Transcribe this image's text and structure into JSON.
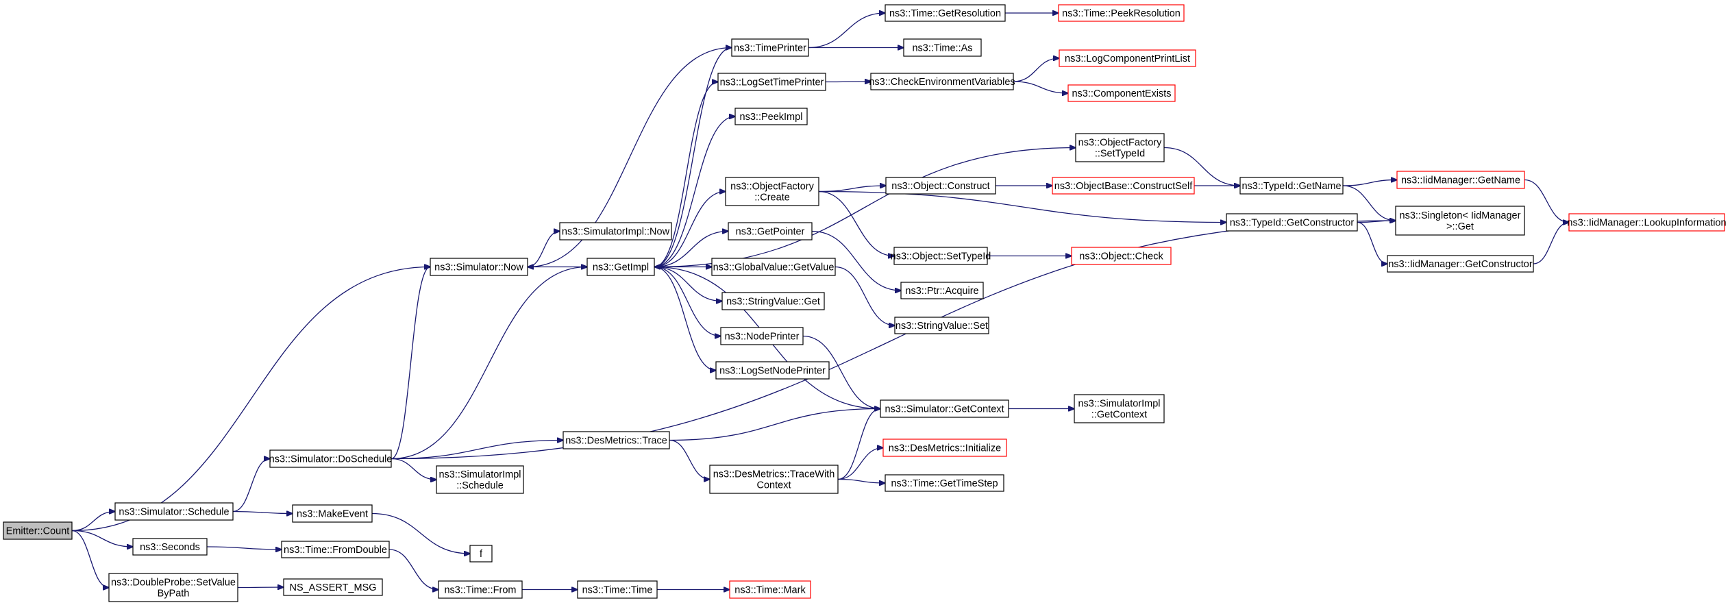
{
  "colors": {
    "edge": "#191970",
    "node_border": "#000000",
    "truncated_border": "#ff0000",
    "root_fill": "#bfbfbf",
    "node_fill": "#ffffff"
  },
  "nodes": [
    {
      "id": "emitter_count",
      "lines": [
        "Emitter::Count"
      ]
    },
    {
      "id": "sim_schedule",
      "lines": [
        "ns3::Simulator::Schedule"
      ]
    },
    {
      "id": "seconds",
      "lines": [
        "ns3::Seconds"
      ]
    },
    {
      "id": "dp_setvalue",
      "lines": [
        "ns3::DoubleProbe::SetValue",
        "ByPath"
      ]
    },
    {
      "id": "sim_doschedule",
      "lines": [
        "ns3::Simulator::DoSchedule"
      ]
    },
    {
      "id": "makeevent",
      "lines": [
        "ns3::MakeEvent"
      ]
    },
    {
      "id": "time_fromdouble",
      "lines": [
        "ns3::Time::FromDouble"
      ]
    },
    {
      "id": "ns_assert_msg",
      "lines": [
        "NS_ASSERT_MSG"
      ]
    },
    {
      "id": "sim_now",
      "lines": [
        "ns3::Simulator::Now"
      ]
    },
    {
      "id": "simimpl_schedule",
      "lines": [
        "ns3::SimulatorImpl",
        "::Schedule"
      ]
    },
    {
      "id": "desmetrics_trace",
      "lines": [
        "ns3::DesMetrics::Trace"
      ]
    },
    {
      "id": "f",
      "lines": [
        "f"
      ]
    },
    {
      "id": "time_from",
      "lines": [
        "ns3::Time::From"
      ]
    },
    {
      "id": "simimpl_now",
      "lines": [
        "ns3::SimulatorImpl::Now"
      ]
    },
    {
      "id": "getimpl",
      "lines": [
        "ns3::GetImpl"
      ]
    },
    {
      "id": "time_time",
      "lines": [
        "ns3::Time::Time"
      ]
    },
    {
      "id": "timeprinter",
      "lines": [
        "ns3::TimePrinter"
      ]
    },
    {
      "id": "logsettimeprinter",
      "lines": [
        "ns3::LogSetTimePrinter"
      ]
    },
    {
      "id": "peekimpl",
      "lines": [
        "ns3::PeekImpl"
      ]
    },
    {
      "id": "objfactory_create",
      "lines": [
        "ns3::ObjectFactory",
        "::Create"
      ]
    },
    {
      "id": "getpointer",
      "lines": [
        "ns3::GetPointer"
      ]
    },
    {
      "id": "gv_getvalue",
      "lines": [
        "ns3::GlobalValue::GetValue"
      ]
    },
    {
      "id": "stringvalue_get",
      "lines": [
        "ns3::StringValue::Get"
      ]
    },
    {
      "id": "nodeprinter",
      "lines": [
        "ns3::NodePrinter"
      ]
    },
    {
      "id": "logsetnodeprinter",
      "lines": [
        "ns3::LogSetNodePrinter"
      ]
    },
    {
      "id": "desmetrics_tracewith",
      "lines": [
        "ns3::DesMetrics::TraceWith",
        "Context"
      ]
    },
    {
      "id": "time_mark",
      "lines": [
        "ns3::Time::Mark"
      ],
      "truncated": true
    },
    {
      "id": "time_getresolution",
      "lines": [
        "ns3::Time::GetResolution"
      ]
    },
    {
      "id": "time_as",
      "lines": [
        "ns3::Time::As"
      ]
    },
    {
      "id": "checkenvvars",
      "lines": [
        "ns3::CheckEnvironmentVariables"
      ]
    },
    {
      "id": "object_construct",
      "lines": [
        "ns3::Object::Construct"
      ]
    },
    {
      "id": "object_settypeid",
      "lines": [
        "ns3::Object::SetTypeId"
      ]
    },
    {
      "id": "ptr_acquire",
      "lines": [
        "ns3::Ptr::Acquire"
      ]
    },
    {
      "id": "stringvalue_set",
      "lines": [
        "ns3::StringValue::Set"
      ]
    },
    {
      "id": "sim_getcontext",
      "lines": [
        "ns3::Simulator::GetContext"
      ]
    },
    {
      "id": "desmetrics_initialize",
      "lines": [
        "ns3::DesMetrics::Initialize"
      ],
      "truncated": true
    },
    {
      "id": "time_gettimestep",
      "lines": [
        "ns3::Time::GetTimeStep"
      ]
    },
    {
      "id": "time_peekresolution",
      "lines": [
        "ns3::Time::PeekResolution"
      ],
      "truncated": true
    },
    {
      "id": "logcompprintlist",
      "lines": [
        "ns3::LogComponentPrintList"
      ],
      "truncated": true
    },
    {
      "id": "componentexists",
      "lines": [
        "ns3::ComponentExists"
      ],
      "truncated": true
    },
    {
      "id": "objfactory_settypeid",
      "lines": [
        "ns3::ObjectFactory",
        "::SetTypeId"
      ]
    },
    {
      "id": "objbase_constructself",
      "lines": [
        "ns3::ObjectBase::ConstructSelf"
      ],
      "truncated": true
    },
    {
      "id": "object_check",
      "lines": [
        "ns3::Object::Check"
      ],
      "truncated": true
    },
    {
      "id": "simimpl_getcontext",
      "lines": [
        "ns3::SimulatorImpl",
        "::GetContext"
      ]
    },
    {
      "id": "typeid_getname",
      "lines": [
        "ns3::TypeId::GetName"
      ]
    },
    {
      "id": "typeid_getconstructor",
      "lines": [
        "ns3::TypeId::GetConstructor"
      ]
    },
    {
      "id": "iidmanager_getname",
      "lines": [
        "ns3::IidManager::GetName"
      ],
      "truncated": true
    },
    {
      "id": "singleton_get",
      "lines": [
        "ns3::Singleton< IidManager",
        " >::Get"
      ]
    },
    {
      "id": "iidmanager_getconstructor",
      "lines": [
        "ns3::IidManager::GetConstructor"
      ]
    },
    {
      "id": "iidmanager_lookupinfo",
      "lines": [
        "ns3::IidManager::LookupInformation"
      ],
      "truncated": true
    }
  ],
  "edges": [
    [
      "emitter_count",
      "sim_now"
    ],
    [
      "emitter_count",
      "sim_schedule"
    ],
    [
      "emitter_count",
      "seconds"
    ],
    [
      "emitter_count",
      "dp_setvalue"
    ],
    [
      "sim_schedule",
      "sim_doschedule"
    ],
    [
      "sim_schedule",
      "makeevent"
    ],
    [
      "seconds",
      "time_fromdouble"
    ],
    [
      "dp_setvalue",
      "ns_assert_msg"
    ],
    [
      "sim_doschedule",
      "sim_now"
    ],
    [
      "sim_doschedule",
      "getimpl"
    ],
    [
      "sim_doschedule",
      "desmetrics_trace"
    ],
    [
      "sim_doschedule",
      "simimpl_schedule"
    ],
    [
      "sim_doschedule",
      "singleton_get"
    ],
    [
      "makeevent",
      "f"
    ],
    [
      "time_fromdouble",
      "time_from"
    ],
    [
      "time_from",
      "time_time"
    ],
    [
      "time_time",
      "time_mark"
    ],
    [
      "sim_now",
      "simimpl_now"
    ],
    [
      "sim_now",
      "getimpl"
    ],
    [
      "timeprinter",
      "sim_now"
    ],
    [
      "getimpl",
      "timeprinter"
    ],
    [
      "getimpl",
      "logsettimeprinter"
    ],
    [
      "getimpl",
      "peekimpl"
    ],
    [
      "getimpl",
      "objfactory_settypeid"
    ],
    [
      "getimpl",
      "objfactory_create"
    ],
    [
      "getimpl",
      "getpointer"
    ],
    [
      "getimpl",
      "gv_getvalue"
    ],
    [
      "getimpl",
      "stringvalue_get"
    ],
    [
      "getimpl",
      "nodeprinter"
    ],
    [
      "getimpl",
      "logsetnodeprinter"
    ],
    [
      "sim_getcontext",
      "getimpl"
    ],
    [
      "desmetrics_trace",
      "sim_getcontext"
    ],
    [
      "desmetrics_trace",
      "desmetrics_tracewith"
    ],
    [
      "desmetrics_tracewith",
      "sim_getcontext"
    ],
    [
      "desmetrics_tracewith",
      "desmetrics_initialize"
    ],
    [
      "desmetrics_tracewith",
      "time_gettimestep"
    ],
    [
      "nodeprinter",
      "sim_getcontext"
    ],
    [
      "sim_getcontext",
      "simimpl_getcontext"
    ],
    [
      "timeprinter",
      "time_getresolution"
    ],
    [
      "timeprinter",
      "time_as"
    ],
    [
      "time_getresolution",
      "time_peekresolution"
    ],
    [
      "logsettimeprinter",
      "checkenvvars"
    ],
    [
      "checkenvvars",
      "logcompprintlist"
    ],
    [
      "checkenvvars",
      "componentexists"
    ],
    [
      "objfactory_create",
      "object_construct"
    ],
    [
      "objfactory_create",
      "typeid_getconstructor"
    ],
    [
      "objfactory_create",
      "object_settypeid"
    ],
    [
      "object_construct",
      "objbase_constructself"
    ],
    [
      "object_settypeid",
      "object_check"
    ],
    [
      "getpointer",
      "ptr_acquire"
    ],
    [
      "gv_getvalue",
      "stringvalue_set"
    ],
    [
      "objbase_constructself",
      "typeid_getname"
    ],
    [
      "objfactory_settypeid",
      "typeid_getname"
    ],
    [
      "typeid_getname",
      "iidmanager_getname"
    ],
    [
      "typeid_getname",
      "singleton_get"
    ],
    [
      "typeid_getconstructor",
      "singleton_get"
    ],
    [
      "typeid_getconstructor",
      "iidmanager_getconstructor"
    ],
    [
      "iidmanager_getname",
      "iidmanager_lookupinfo"
    ],
    [
      "iidmanager_getconstructor",
      "iidmanager_lookupinfo"
    ]
  ]
}
